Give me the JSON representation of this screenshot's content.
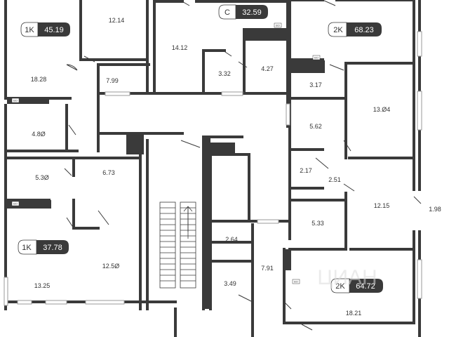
{
  "colors": {
    "wall": "#3a3a3a",
    "tag_dark": "#3a3a3a",
    "background": "#ffffff"
  },
  "units": [
    {
      "id": "unit-1k-top",
      "type": "1K",
      "area": "45.19"
    },
    {
      "id": "unit-studio",
      "type": "C",
      "area": "32.59"
    },
    {
      "id": "unit-2k-top",
      "type": "2K",
      "area": "68.23"
    },
    {
      "id": "unit-1k-bottom",
      "type": "1K",
      "area": "37.78"
    },
    {
      "id": "unit-2k-bottom",
      "type": "2K",
      "area": "64.72"
    }
  ],
  "rooms": [
    "18.28",
    "12.14",
    "7.99",
    "14.12",
    "3.32",
    "4.27",
    "4.8Ø",
    "3.17",
    "13.Ø4",
    "5.62",
    "5.3Ø",
    "6.73",
    "2.17",
    "2.51",
    "12.15",
    "1.98",
    "5.33",
    "2.64",
    "13.25",
    "12.5Ø",
    "7.91",
    "3.49",
    "18.21"
  ],
  "vent_label": "ВО",
  "watermark": "ЦИАН"
}
